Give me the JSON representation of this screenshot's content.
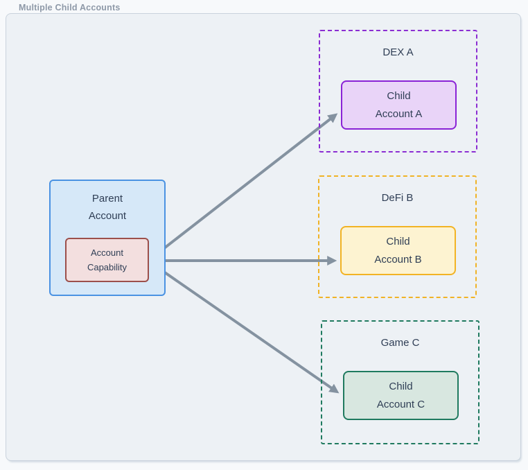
{
  "title": "Multiple Child Accounts",
  "diagram": {
    "parent": {
      "label": "Parent\nAccount",
      "capability_label": "Account\nCapability",
      "fill": "#d6e8f8",
      "border": "#4a92e2",
      "capability_fill": "#f3dfdf",
      "capability_border": "#9c4f4b"
    },
    "zones": [
      {
        "label": "DEX A",
        "child_label": "Child\nAccount A",
        "border_color": "#8b2dd2",
        "child_fill": "#e9d4f8",
        "child_border": "#8a23d6"
      },
      {
        "label": "DeFi B",
        "child_label": "Child\nAccount B",
        "border_color": "#f0b326",
        "child_fill": "#fdf3d1",
        "child_border": "#f2b324"
      },
      {
        "label": "Game C",
        "child_label": "Child\nAccount C",
        "border_color": "#1f7a5f",
        "child_fill": "#d8e7e0",
        "child_border": "#1f7a5f"
      }
    ],
    "connections": [
      {
        "from": "account-capability",
        "to": "child-account-a"
      },
      {
        "from": "account-capability",
        "to": "child-account-b"
      },
      {
        "from": "account-capability",
        "to": "child-account-c"
      }
    ],
    "colors": {
      "arrow": "#8492a0",
      "canvas_background": "#edf1f5",
      "text": "#2f3e55",
      "title_text": "#8e99a8"
    }
  }
}
